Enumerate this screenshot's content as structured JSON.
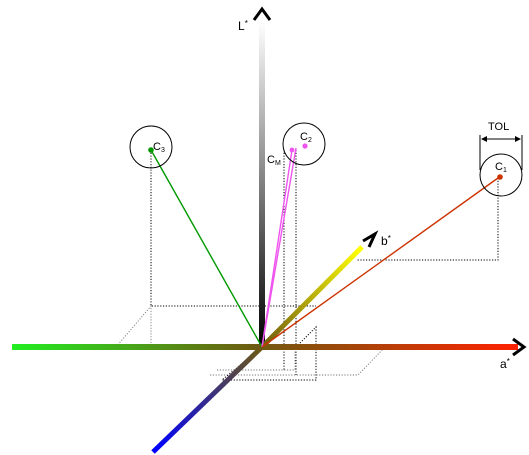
{
  "diagram": {
    "axes": {
      "l": {
        "label": "L",
        "superscript": "*"
      },
      "a": {
        "label": "a",
        "superscript": "*"
      },
      "b": {
        "label": "b",
        "superscript": "*"
      }
    },
    "points": [
      {
        "id": "c1",
        "label": "C",
        "subscript": "1",
        "color": "#cc3300"
      },
      {
        "id": "c2",
        "label": "C",
        "subscript": "2",
        "color": "#ee55ee"
      },
      {
        "id": "c3",
        "label": "C",
        "subscript": "3",
        "color": "#009900"
      },
      {
        "id": "cm",
        "label": "C",
        "subscript": "M",
        "color": "#ee55ee"
      }
    ],
    "tolerance": {
      "label": "TOL"
    },
    "colors": {
      "l_axis_top": "#ffffff",
      "l_axis_bottom": "#000000",
      "a_negative": "#22ee22",
      "a_center": "#6e5a10",
      "a_positive": "#ff2200",
      "b_positive": "#ffff00",
      "b_negative": "#0000ff",
      "c3_vector": "#009900",
      "c2_vector": "#ee55ee",
      "c1_vector": "#cc3300"
    }
  }
}
